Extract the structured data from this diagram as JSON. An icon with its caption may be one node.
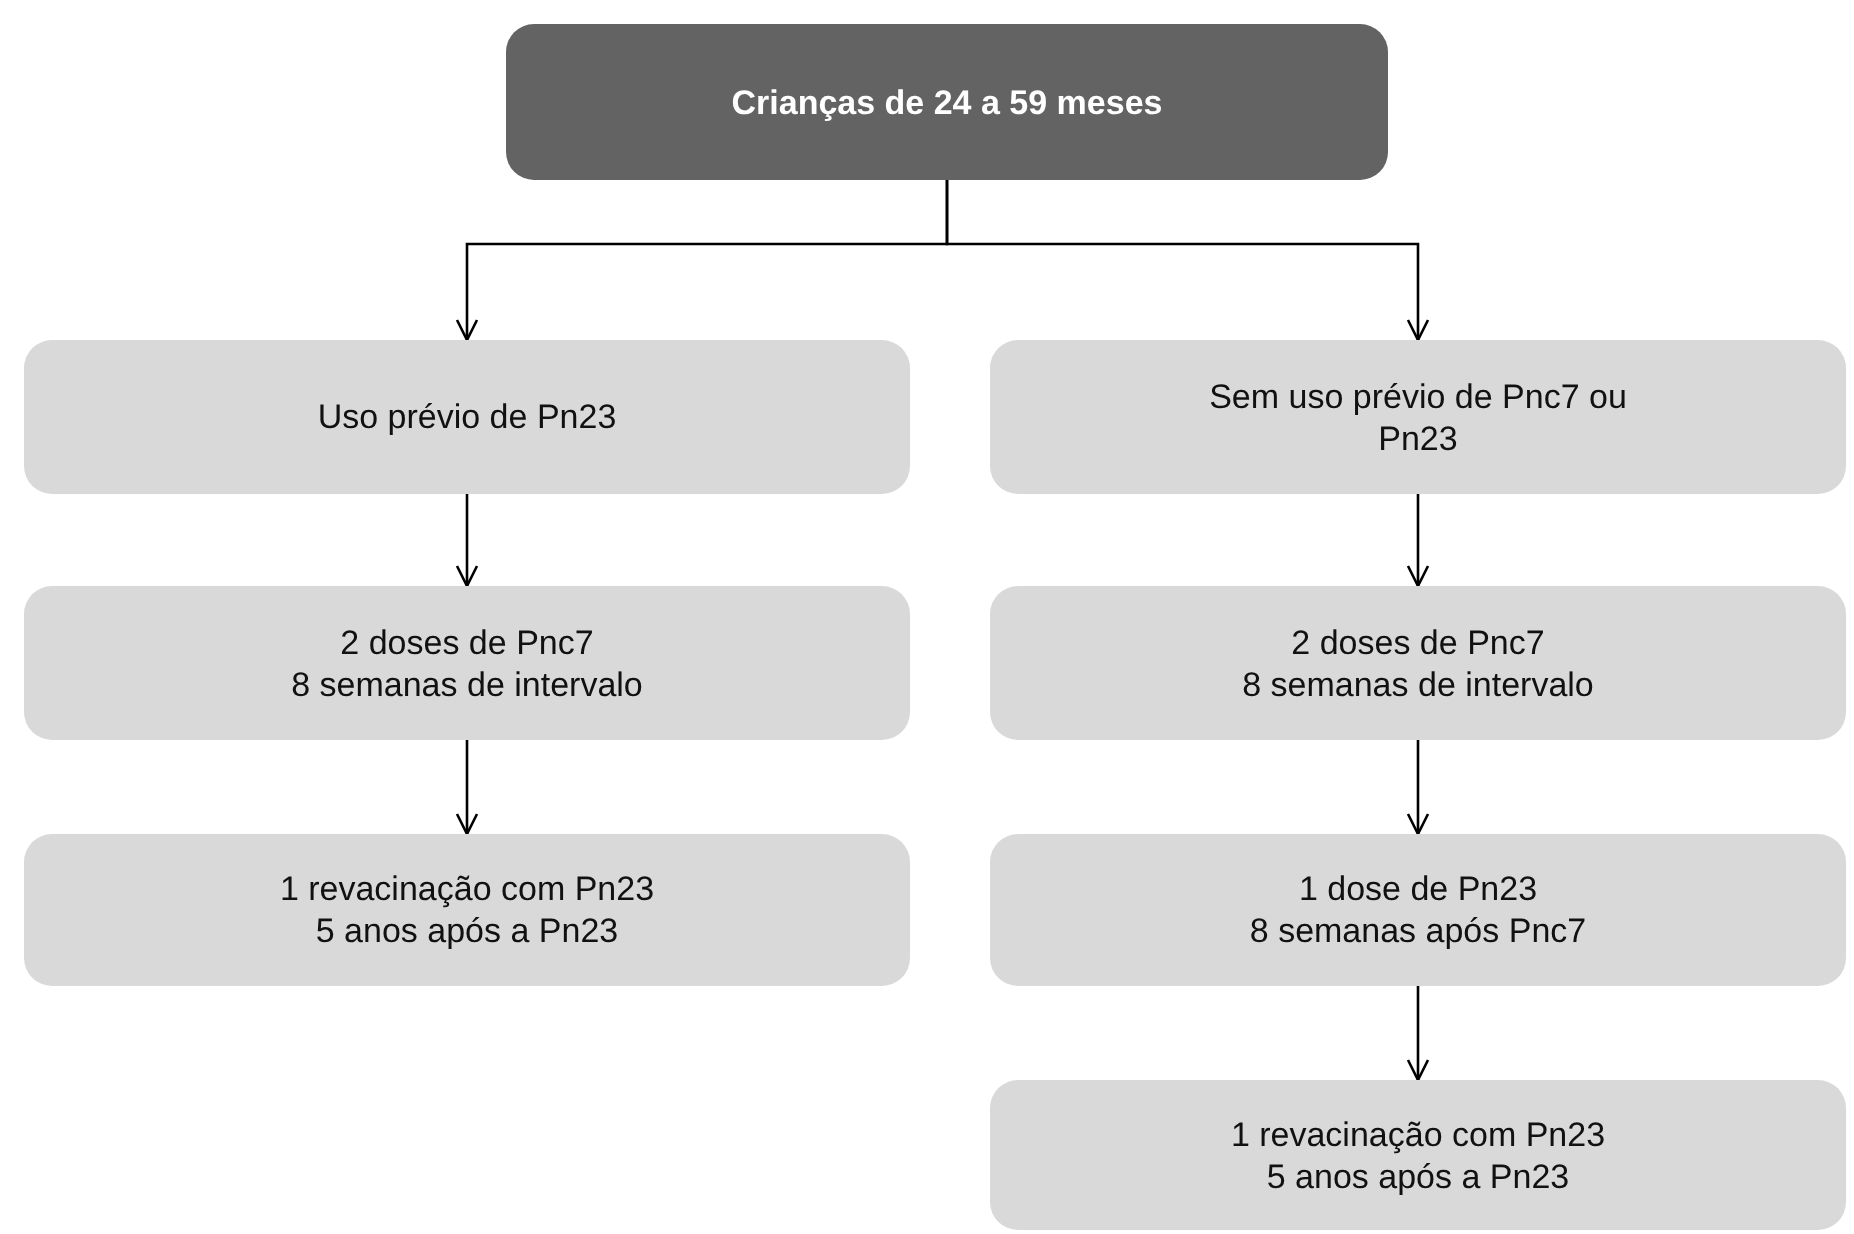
{
  "diagram": {
    "nodes": [
      {
        "text": [
          "Crianças de 24 a 59 meses"
        ]
      },
      {
        "text": [
          "Uso prévio de Pn23"
        ]
      },
      {
        "text": [
          "Sem uso prévio de Pnc7 ou Pn23"
        ]
      },
      {
        "text": [
          "2 doses de Pnc7",
          "8 semanas de intervalo"
        ]
      },
      {
        "text": [
          "2 doses de Pnc7",
          "8 semanas de intervalo"
        ]
      },
      {
        "text": [
          "1 revacinação com Pn23",
          "5 anos após a Pn23"
        ]
      },
      {
        "text": [
          "1 dose de Pn23",
          "8 semanas após Pnc7"
        ]
      },
      {
        "text": [
          "1 revacinação com Pn23",
          "5 anos após a Pn23"
        ]
      }
    ],
    "edges": [
      {
        "from": 0,
        "to": 1,
        "arrow": "to"
      },
      {
        "from": 0,
        "to": 2,
        "arrow": "to"
      },
      {
        "from": 1,
        "to": 3,
        "arrow": "to"
      },
      {
        "from": 3,
        "to": 5,
        "arrow": "to"
      },
      {
        "from": 2,
        "to": 4,
        "arrow": "to"
      },
      {
        "from": 4,
        "to": 6,
        "arrow": "to"
      },
      {
        "from": 6,
        "to": 7,
        "arrow": "to"
      }
    ]
  }
}
